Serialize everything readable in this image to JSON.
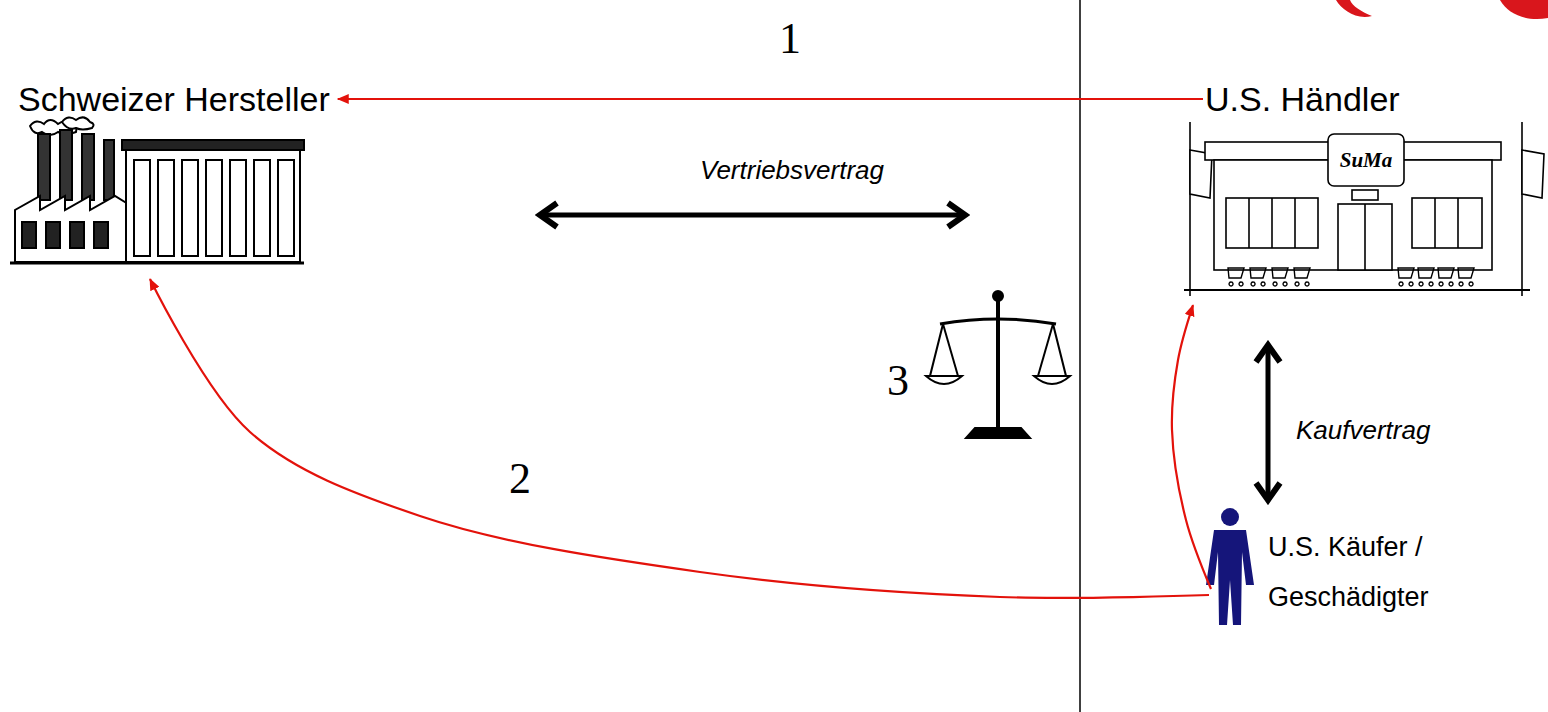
{
  "diagram": {
    "nodes": [
      {
        "text": [
          "Schweizer Hersteller"
        ]
      },
      {
        "text": [
          "U.S. Händler"
        ]
      },
      {
        "text": [
          "U.S. Käufer / Geschädigter"
        ]
      }
    ],
    "edges": [
      {
        "from": 1,
        "to": 0,
        "arrow": "to",
        "label": "1"
      },
      {
        "from": 0,
        "to": 1,
        "arrow": "both",
        "label": "Vertriebsvertrag"
      },
      {
        "from": 1,
        "to": 2,
        "arrow": "both",
        "label": "Kaufvertrag"
      },
      {
        "from": 2,
        "to": 0,
        "arrow": "to",
        "label": "2"
      },
      {
        "from": 2,
        "to": 1,
        "arrow": "to"
      }
    ],
    "labels": [
      "SuMa",
      "3"
    ]
  }
}
